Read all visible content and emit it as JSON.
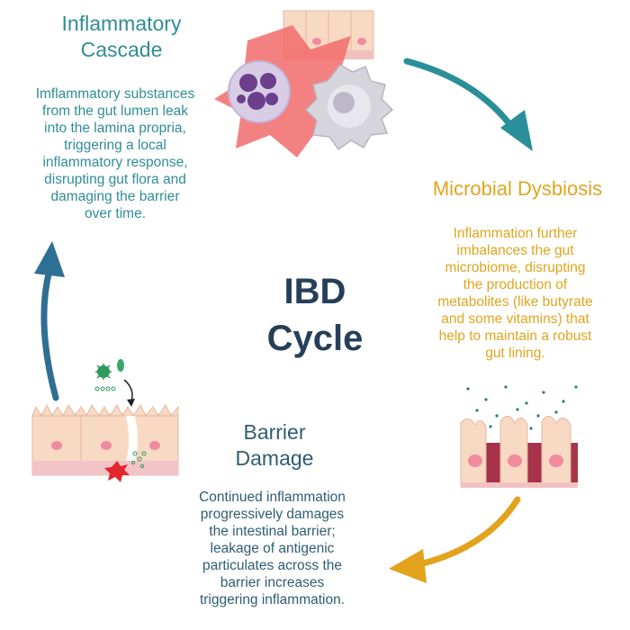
{
  "center": {
    "line1": "IBD",
    "line2": "Cycle"
  },
  "stages": {
    "inflammatory_cascade": {
      "title_line1": "Inflammatory",
      "title_line2": "Cascade",
      "text": [
        "Imflammatory substances",
        "from the gut lumen leak",
        "into the lamina propria,",
        "triggering a local",
        "inflammatory response,",
        "disrupting gut flora and",
        "damaging the barrier",
        "over time."
      ]
    },
    "microbial_dysbiosis": {
      "title": "Microbial Dysbiosis",
      "text": [
        "Inflammation further",
        "imbalances the gut",
        "microbiome, disrupting",
        "the production of",
        "metabolites (like butyrate",
        "and some vitamins) that",
        "help to maintain a robust",
        "gut lining."
      ]
    },
    "barrier_damage": {
      "title_line1": "Barrier",
      "title_line2": "Damage",
      "text": [
        "Continued inflammation",
        "progressively damages",
        "the intestinal barrier;",
        "leakage of antigenic",
        "particulates across the",
        "barrier increases",
        "triggering inflammation."
      ]
    }
  },
  "colors": {
    "teal": "#2f8d97",
    "gold": "#e0a51f",
    "navy": "#263f5a",
    "arrow_teal": "#2a8f99",
    "arrow_gold": "#e3a21d",
    "arrow_blue": "#2f6f93"
  }
}
